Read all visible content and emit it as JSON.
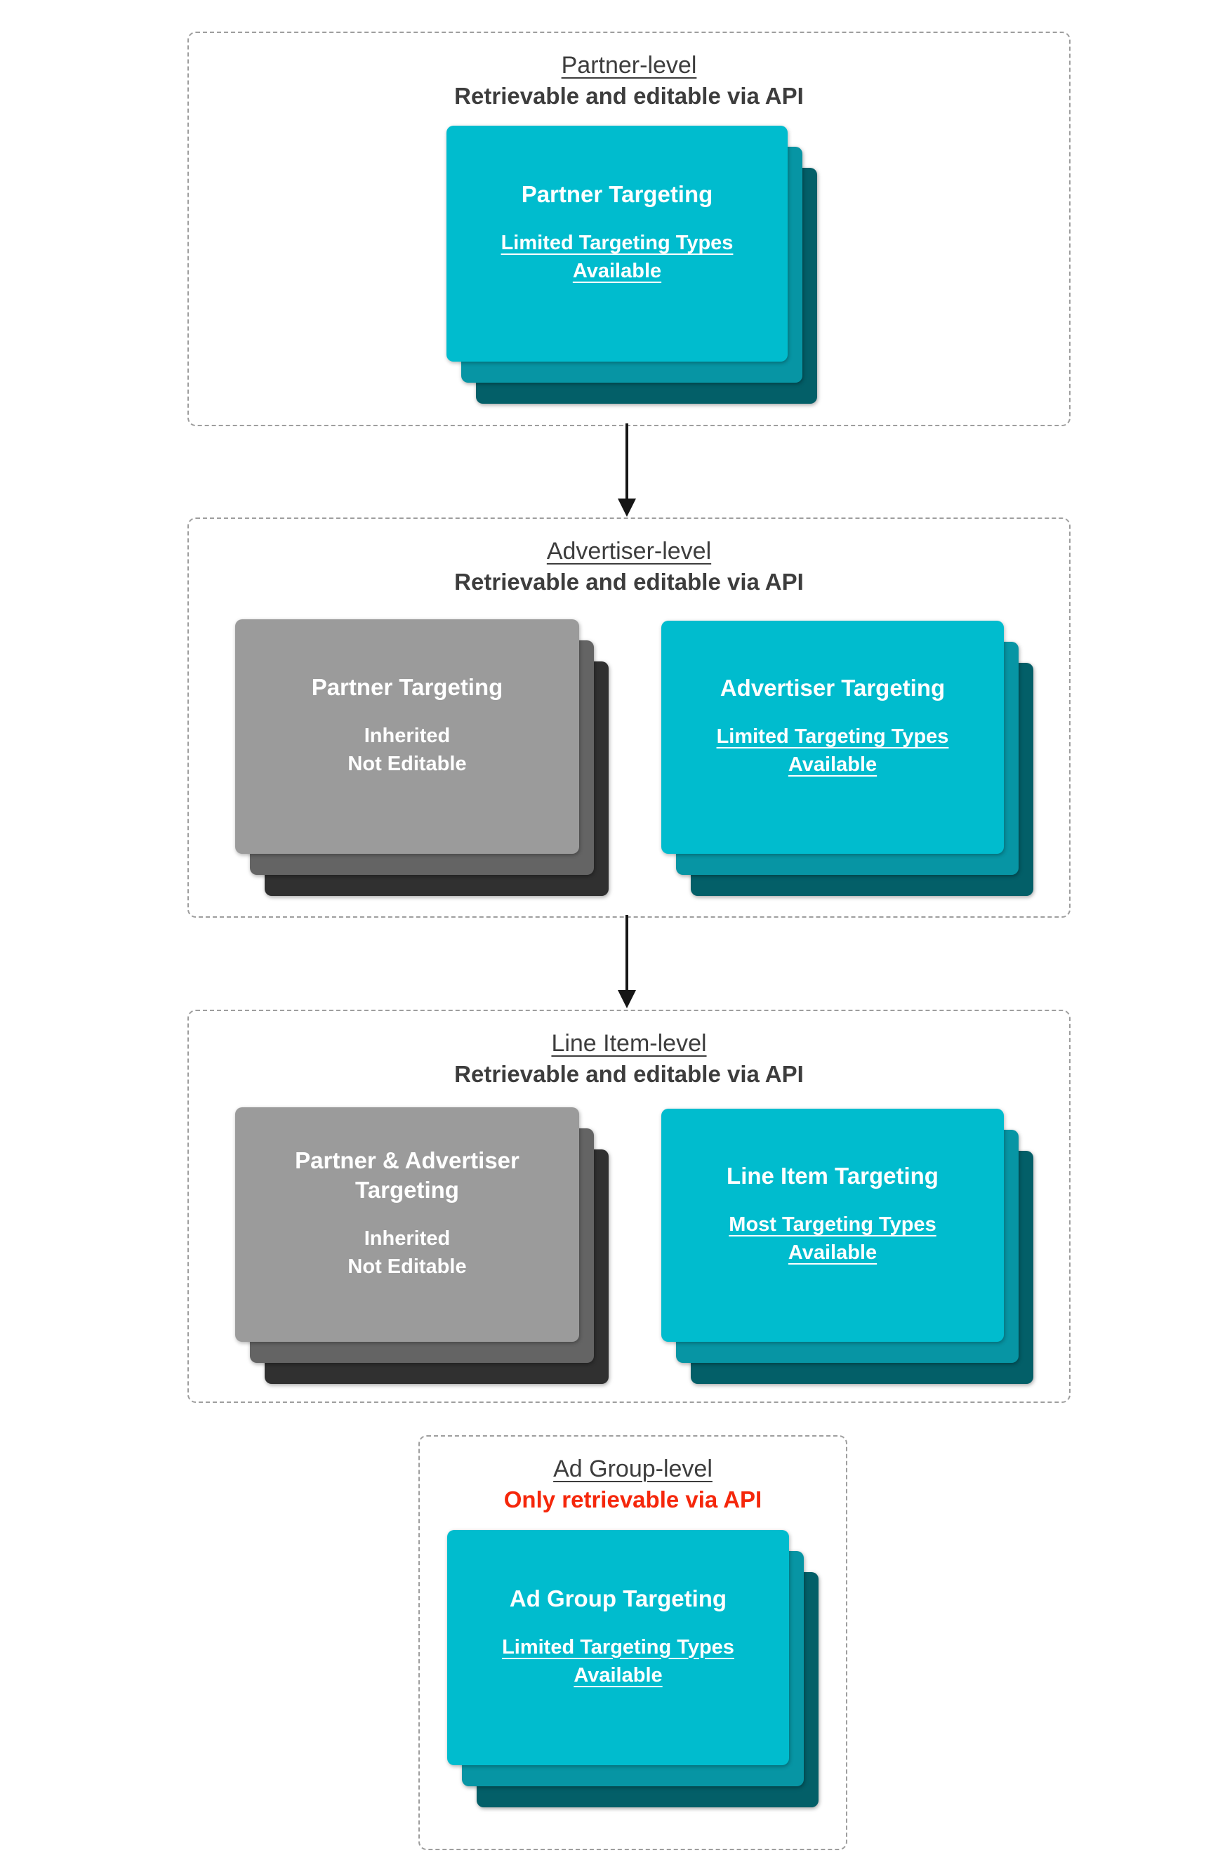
{
  "colors": {
    "card_editable": "#00bcce",
    "card_editable_mid": "#0795a4",
    "card_editable_dark": "#035f68",
    "card_inherited": "#9b9b9b",
    "card_inherited_mid": "#646464",
    "card_inherited_dark": "#303030",
    "header_text": "#3d3d3d",
    "warning_red": "#f5270b",
    "card_text": "#ffffff",
    "dashed_border": "#9e9e9e",
    "arrow": "#161616"
  },
  "sections": [
    {
      "title": "Partner-level",
      "subtitle": "Retrievable and editable via API",
      "subtitle_color": "#3d3d3d",
      "cards": [
        {
          "kind": "editable",
          "title": "Partner Targeting",
          "subtitle": "Limited Targeting Types Available"
        }
      ]
    },
    {
      "title": "Advertiser-level",
      "subtitle": "Retrievable and editable via API",
      "subtitle_color": "#3d3d3d",
      "cards": [
        {
          "kind": "inherited",
          "title": "Partner Targeting",
          "lines": [
            "Inherited",
            "Not Editable"
          ]
        },
        {
          "kind": "editable",
          "title": "Advertiser Targeting",
          "subtitle": "Limited Targeting Types Available"
        }
      ]
    },
    {
      "title": "Line Item-level",
      "subtitle": "Retrievable and editable via API",
      "subtitle_color": "#3d3d3d",
      "cards": [
        {
          "kind": "inherited",
          "title": "Partner & Advertiser Targeting",
          "lines": [
            "Inherited",
            "Not Editable"
          ]
        },
        {
          "kind": "editable",
          "title": "Line Item Targeting",
          "subtitle": "Most Targeting Types Available"
        }
      ]
    },
    {
      "title": "Ad Group-level",
      "subtitle": "Only retrievable via API",
      "subtitle_color": "#f5270b",
      "cards": [
        {
          "kind": "editable",
          "title": "Ad Group Targeting",
          "subtitle": "Limited Targeting Types Available"
        }
      ]
    }
  ]
}
